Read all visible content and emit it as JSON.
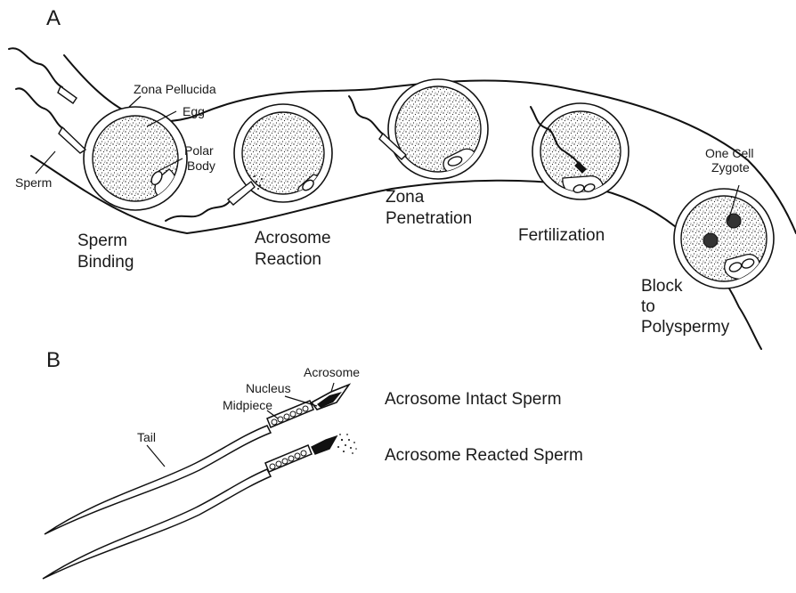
{
  "panel_a": {
    "letter": "A",
    "labels": {
      "zona_pellucida": "Zona Pellucida",
      "egg": "Egg",
      "polar_body_1": "Polar",
      "polar_body_2": "Body",
      "sperm": "Sperm",
      "one_cell_1": "One Cell",
      "one_cell_2": "Zygote"
    },
    "stages": [
      {
        "line1": "Sperm",
        "line2": "Binding",
        "line3": ""
      },
      {
        "line1": "Acrosome",
        "line2": "Reaction",
        "line3": ""
      },
      {
        "line1": "Zona",
        "line2": "Penetration",
        "line3": ""
      },
      {
        "line1": "Fertilization",
        "line2": "",
        "line3": ""
      },
      {
        "line1": "Block",
        "line2": "to",
        "line3": "Polyspermy"
      }
    ]
  },
  "panel_b": {
    "letter": "B",
    "labels": {
      "acrosome": "Acrosome",
      "nucleus": "Nucleus",
      "midpiece": "Midpiece",
      "tail": "Tail"
    },
    "intact": "Acrosome Intact Sperm",
    "reacted": "Acrosome Reacted Sperm"
  }
}
